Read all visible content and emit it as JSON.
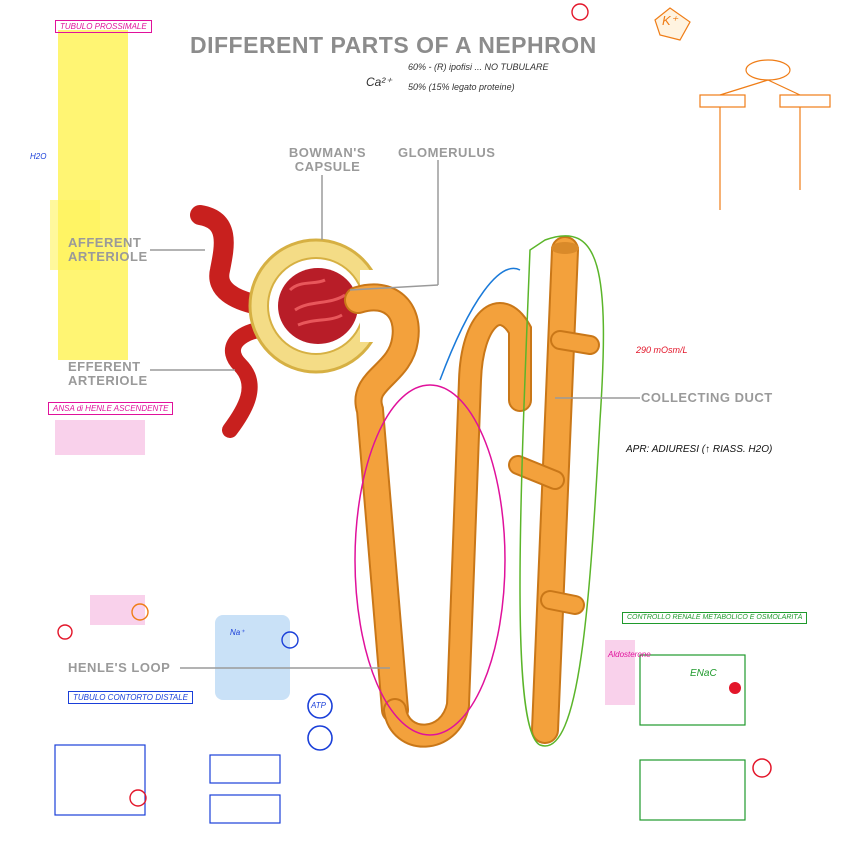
{
  "title": "DIFFERENT PARTS OF A NEPHRON",
  "labels": {
    "bowmans_capsule": "BOWMAN'S CAPSULE",
    "glomerulus": "GLOMERULUS",
    "afferent_arteriole": "AFFERENT ARTERIOLE",
    "efferent_arteriole": "EFFERENT ARTERIOLE",
    "collecting_duct": "COLLECTING DUCT",
    "henles_loop": "HENLE'S LOOP"
  },
  "notes": {
    "tubulo_prossimale": "TUBULO PROSSIMALE",
    "tubulo_contorto_distale": "TUBULO CONTORTO DISTALE",
    "controllo_renale": "CONTROLLO RENALE METABOLICO E OSMOLARITÀ",
    "ansa_henle": "ANSA di HENLE ASCENDENTE",
    "concentration": "290 mOsm/L",
    "apr": "APR: ADIURESI (↑ RIASS. H2O)",
    "calcium_top": "60% - (R) ipofisi ... NO TUBULARE",
    "calcium_sub": "50% (15% legato proteine)",
    "ca_symbol": "Ca²⁺",
    "k_symbol": "K⁺",
    "aldosterone": "Aldosterone",
    "enac": "ENaC",
    "h2o": "H2O",
    "na": "Na⁺",
    "atp": "ATP"
  },
  "colors": {
    "tubule": "#f3a13c",
    "tubule_outline": "#c97718",
    "artery": "#c8201e",
    "capsule": "#eccb64",
    "glomerulus": "#b81d28",
    "label_gray": "#9a9a9a",
    "highlight_yellow": "#fff35a",
    "note_magenta": "#e0119b",
    "note_blue": "#1a3fd9",
    "note_orange": "#ef7d17",
    "note_green": "#1f9a2c",
    "note_red": "#e3162a",
    "note_purple": "#7a2ad6"
  }
}
